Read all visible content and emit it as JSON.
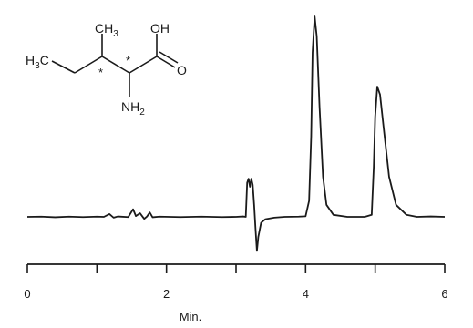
{
  "chart_data": {
    "type": "line",
    "title": "",
    "xlabel": "Min.",
    "ylabel": "",
    "xlim": [
      0,
      6
    ],
    "ylim": [
      -0.08,
      1.0
    ],
    "x_ticks": [
      "0",
      "2",
      "4",
      "6"
    ],
    "grid": false,
    "legend": "none",
    "line_color": "#1a1a1a",
    "series": [
      {
        "values": [
          [
            0.0,
            0.0
          ],
          [
            0.2,
            0.001
          ],
          [
            0.4,
            -0.002
          ],
          [
            0.6,
            0.001
          ],
          [
            0.8,
            -0.001
          ],
          [
            1.0,
            0.001
          ],
          [
            1.1,
            0.0
          ],
          [
            1.18,
            0.014
          ],
          [
            1.24,
            -0.004
          ],
          [
            1.3,
            0.002
          ],
          [
            1.45,
            -0.001
          ],
          [
            1.52,
            0.038
          ],
          [
            1.56,
            0.004
          ],
          [
            1.62,
            0.018
          ],
          [
            1.68,
            -0.01
          ],
          [
            1.72,
            0.002
          ],
          [
            1.76,
            0.022
          ],
          [
            1.8,
            -0.002
          ],
          [
            1.9,
            0.001
          ],
          [
            2.2,
            -0.001
          ],
          [
            2.5,
            0.001
          ],
          [
            2.8,
            -0.001
          ],
          [
            3.0,
            0.0
          ],
          [
            3.1,
            0.002
          ],
          [
            3.14,
            0.0
          ],
          [
            3.16,
            0.17
          ],
          [
            3.18,
            0.19
          ],
          [
            3.2,
            0.15
          ],
          [
            3.22,
            0.19
          ],
          [
            3.24,
            0.16
          ],
          [
            3.26,
            0.06
          ],
          [
            3.28,
            -0.06
          ],
          [
            3.3,
            -0.17
          ],
          [
            3.32,
            -0.1
          ],
          [
            3.36,
            -0.03
          ],
          [
            3.42,
            -0.012
          ],
          [
            3.55,
            -0.004
          ],
          [
            3.7,
            0.0
          ],
          [
            3.9,
            0.001
          ],
          [
            4.0,
            0.003
          ],
          [
            4.05,
            0.08
          ],
          [
            4.08,
            0.4
          ],
          [
            4.1,
            0.82
          ],
          [
            4.13,
            1.0
          ],
          [
            4.16,
            0.9
          ],
          [
            4.2,
            0.55
          ],
          [
            4.25,
            0.2
          ],
          [
            4.3,
            0.06
          ],
          [
            4.4,
            0.01
          ],
          [
            4.6,
            0.0
          ],
          [
            4.85,
            0.0
          ],
          [
            4.95,
            0.01
          ],
          [
            4.98,
            0.25
          ],
          [
            5.0,
            0.5
          ],
          [
            5.03,
            0.65
          ],
          [
            5.07,
            0.61
          ],
          [
            5.12,
            0.45
          ],
          [
            5.2,
            0.2
          ],
          [
            5.3,
            0.06
          ],
          [
            5.45,
            0.01
          ],
          [
            5.6,
            0.0
          ],
          [
            5.8,
            0.002
          ],
          [
            6.0,
            0.0
          ]
        ]
      }
    ]
  },
  "structure": {
    "labels": {
      "ch3_top": "CH3",
      "oh": "OH",
      "h3c": "H3C",
      "o": "O",
      "nh2": "NH2",
      "star_left": "*",
      "star_right": "*"
    }
  }
}
